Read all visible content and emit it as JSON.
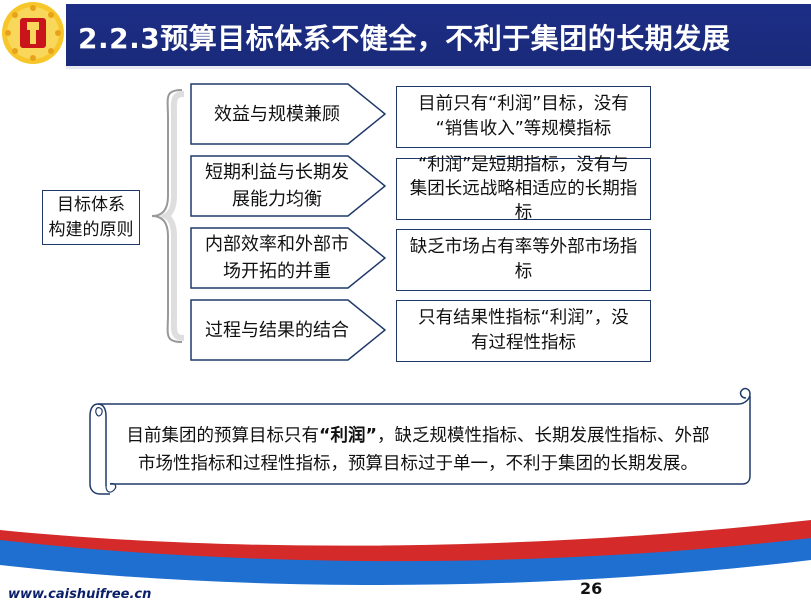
{
  "header": {
    "title": "2.2.3预算目标体系不健全，不利于集团的长期发展"
  },
  "principle": {
    "line1": "目标体系",
    "line2": "构建的原则"
  },
  "rows": [
    {
      "principle_lines": [
        "效益与规模兼顾"
      ],
      "desc_lines": [
        "目前只有“利润”目标，没有",
        "“销售收入”等规模指标"
      ]
    },
    {
      "principle_lines": [
        "短期利益与长期发",
        "展能力均衡"
      ],
      "desc_lines": [
        "“利润”是短期指标，没有与",
        "集团长远战略相适应的长期指",
        "标"
      ]
    },
    {
      "principle_lines": [
        "内部效率和外部市",
        "场开拓的并重"
      ],
      "desc_lines": [
        "缺乏市场占有率等外部市场指",
        "标"
      ]
    },
    {
      "principle_lines": [
        "过程与结果的结合"
      ],
      "desc_lines": [
        "只有结果性指标“利润”，没",
        "有过程性指标"
      ]
    }
  ],
  "summary": {
    "prefix": "目前集团的预算目标只有",
    "emphasis": "“利润”",
    "suffix": "，缺乏规模性指标、长期发展性指标、外部",
    "line2": "市场性指标和过程性指标，预算目标过于单一，不利于集团的长期发展。"
  },
  "footer": {
    "url": "www.caishuifree.cn",
    "page_number": "26"
  },
  "colors": {
    "title_bar": "#1c2e86",
    "border": "#1f3a6a",
    "wave_red": "#d42a2a",
    "wave_blue": "#1e6fd0"
  }
}
